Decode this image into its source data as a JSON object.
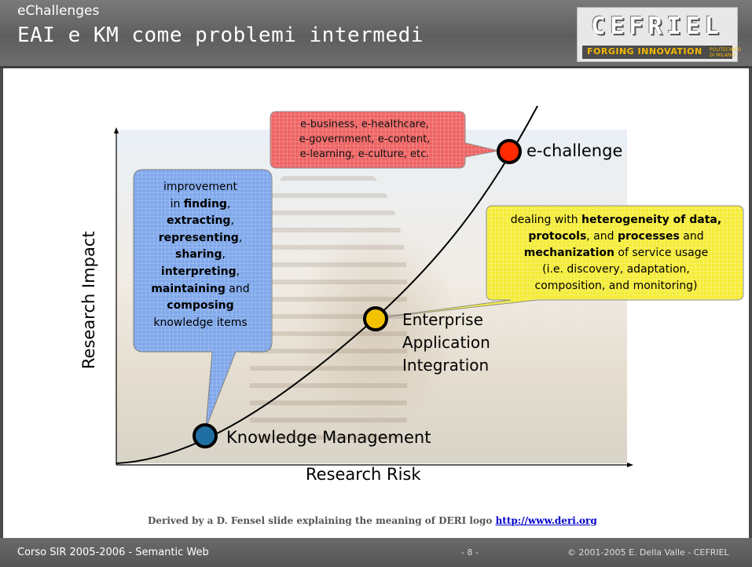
{
  "header": {
    "subtitle": "eChallenges",
    "title": "EAI e KM come problemi intermedi"
  },
  "logo": {
    "name": "CEFRIEL",
    "tagline": "FORGING INNOVATION",
    "mini": "POLITECNICO DI MILANO"
  },
  "diagram": {
    "x_axis_label": "Research Risk",
    "y_axis_label": "Research Impact",
    "points": [
      {
        "label": "Knowledge Management",
        "color": "#1f6fa3"
      },
      {
        "label_lines": [
          "Enterprise",
          "Application",
          "Integration"
        ],
        "color": "#f2c200"
      },
      {
        "label": "e-challenge",
        "color": "#ff2a00"
      }
    ],
    "notes": {
      "blue": {
        "color": "#6d9ae6",
        "prefix_1": "improvement",
        "in": "in ",
        "finding": "finding",
        "comma": ",",
        "extracting": "extracting",
        "representing": "representing",
        "sharing": "sharing",
        "interpreting": "interpreting",
        "maintaining": "maintaining",
        "and": " and",
        "composing": "composing",
        "last": "knowledge items"
      },
      "red": {
        "color": "#f05a5a",
        "lines": [
          "e-business, e-healthcare,",
          "e-government, e-content,",
          "e-learning, e-culture, etc."
        ]
      },
      "yellow": {
        "color": "#f7ee3c",
        "l1a": "dealing with ",
        "l1b": "heterogeneity of data,",
        "l2a": "protocols",
        "l2b": ", and ",
        "l2c": "processes",
        "l2d": " and",
        "l3a": "mechanization",
        "l3b": " of service usage",
        "l4": "(i.e. discovery, adaptation,",
        "l5": "composition, and monitoring)"
      }
    }
  },
  "credit": {
    "text": "Derived by a D. Fensel slide explaining the meaning of DERI logo ",
    "link": "http://www.deri.org"
  },
  "footer": {
    "left": "Corso SIR 2005-2006 - Semantic Web",
    "page": "- 8 -",
    "right": "© 2001-2005 E. Della Valle - CEFRIEL"
  }
}
